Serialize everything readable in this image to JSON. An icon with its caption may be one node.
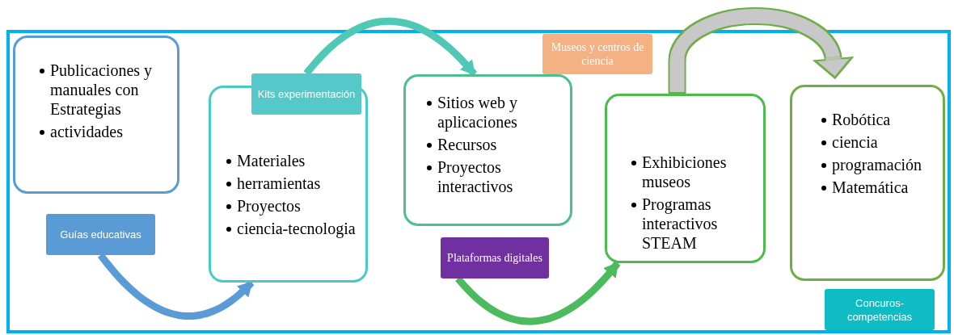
{
  "diagram": {
    "nodes": [
      {
        "text": [
          "Publicaciones y manuales con Estrategias",
          "actividades"
        ]
      },
      {
        "text": [
          "Guías educativas"
        ]
      },
      {
        "text": [
          "Materiales",
          "herramientas",
          "Proyectos",
          "ciencia-tecnologia"
        ]
      },
      {
        "text": [
          "Kits experimentación"
        ]
      },
      {
        "text": [
          "Sitios web y aplicaciones",
          "Recursos",
          "Proyectos interactivos"
        ]
      },
      {
        "text": [
          "Plataformas digitales"
        ]
      },
      {
        "text": [
          "Museos y centros de ciencia"
        ]
      },
      {
        "text": [
          "Exhibiciones museos",
          "Programas interactivos STEAM"
        ]
      },
      {
        "text": [
          "Robótica",
          "ciencia",
          "programación",
          "Matemática"
        ]
      },
      {
        "text": [
          "Concuros-competencias"
        ]
      }
    ],
    "edges": [
      {
        "from": 1,
        "to": 2,
        "arrow": "to",
        "color": "#5b9bd5"
      },
      {
        "from": 3,
        "to": 4,
        "arrow": "to",
        "color": "#4fc9b5"
      },
      {
        "from": 5,
        "to": 7,
        "arrow": "to",
        "color": "#4cbb5e"
      },
      {
        "from": 7,
        "to": 8,
        "arrow": "to",
        "style": "thick",
        "color": "#70ad47"
      }
    ]
  }
}
